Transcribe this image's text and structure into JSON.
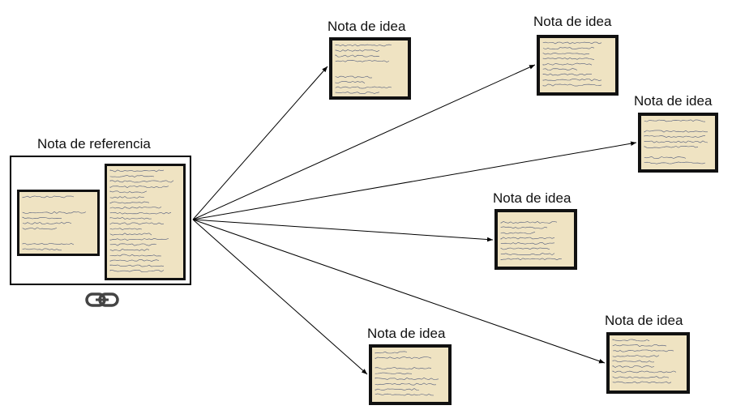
{
  "reference": {
    "label": "Nota de referencia",
    "link_icon": "link-icon"
  },
  "ideas": [
    {
      "label": "Nota de idea"
    },
    {
      "label": "Nota de idea"
    },
    {
      "label": "Nota de idea"
    },
    {
      "label": "Nota de idea"
    },
    {
      "label": "Nota de idea"
    },
    {
      "label": "Nota de idea"
    }
  ],
  "colors": {
    "paper": "#efe3c2",
    "card_border": "#111111",
    "ink": "#2a3a6a"
  }
}
